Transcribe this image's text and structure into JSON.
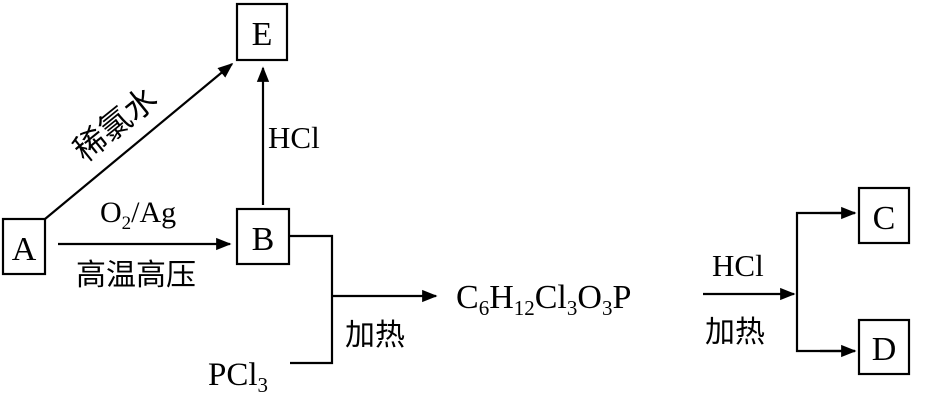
{
  "nodes": {
    "A": "A",
    "B": "B",
    "C": "C",
    "D": "D",
    "E": "E"
  },
  "reagents": {
    "pcl3": {
      "base": "PCl",
      "sub": "3"
    },
    "product_formula": [
      {
        "t": "C"
      },
      {
        "sub": "6"
      },
      {
        "t": "H"
      },
      {
        "sub": "12"
      },
      {
        "t": "Cl"
      },
      {
        "sub": "3"
      },
      {
        "t": "O"
      },
      {
        "sub": "3"
      },
      {
        "t": "P"
      }
    ]
  },
  "conditions": {
    "a_to_e": "稀氯水",
    "a_to_b_top_base": "O",
    "a_to_b_top_sub": "2",
    "a_to_b_top_rest": "/Ag",
    "a_to_b_bottom": "高温高压",
    "b_to_e": "HCl",
    "combine": "加热",
    "split_top": "HCl",
    "split_bottom": "加热"
  }
}
